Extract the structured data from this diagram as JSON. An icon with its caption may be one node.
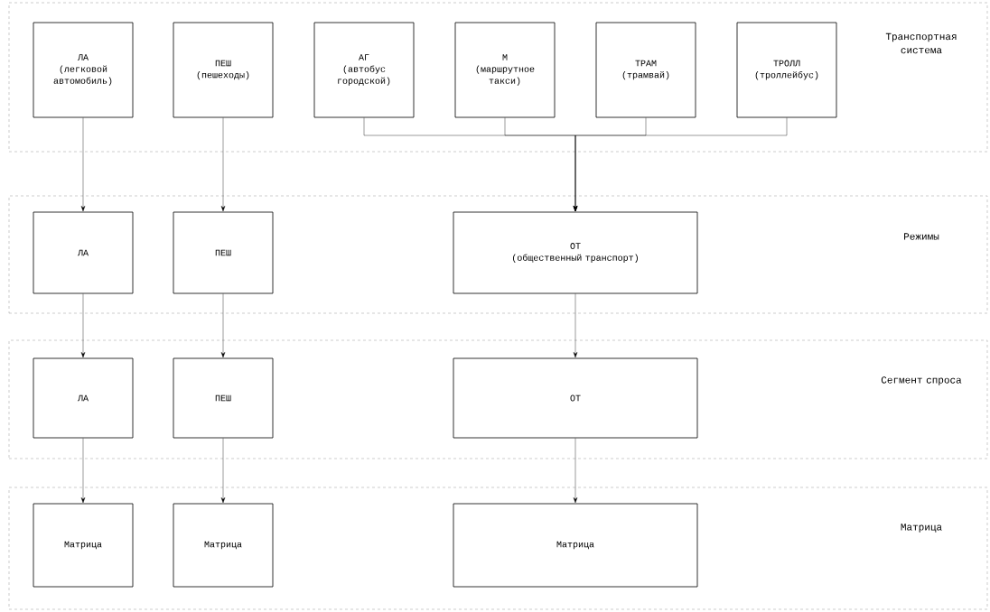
{
  "diagram": {
    "nodes": [
      {
        "text": [
          "Транспортная система"
        ]
      },
      {
        "text": [
          "ЛА",
          "(легковой автомобиль)"
        ],
        "in": 0
      },
      {
        "text": [
          "ПЕШ",
          "(пешеходы)"
        ],
        "in": 0
      },
      {
        "text": [
          "АГ",
          "(автобус городской)"
        ],
        "in": 0
      },
      {
        "text": [
          "М",
          "(маршрутное такси)"
        ],
        "in": 0
      },
      {
        "text": [
          "ТРАМ",
          "(трамвай)"
        ],
        "in": 0
      },
      {
        "text": [
          "ТРОЛЛ",
          "(троллейбус)"
        ],
        "in": 0
      },
      {
        "text": [
          "Режимы"
        ]
      },
      {
        "text": [
          "ЛА"
        ],
        "in": 7
      },
      {
        "text": [
          "ПЕШ"
        ],
        "in": 7
      },
      {
        "text": [
          "ОТ",
          "(общественный транспорт)"
        ],
        "in": 7
      },
      {
        "text": [
          "Сегмент спроса"
        ]
      },
      {
        "text": [
          "ЛА"
        ],
        "in": 11
      },
      {
        "text": [
          "ПЕШ"
        ],
        "in": 11
      },
      {
        "text": [
          "ОТ"
        ],
        "in": 11
      },
      {
        "text": [
          "Матрица"
        ]
      },
      {
        "text": [
          "Матрица"
        ],
        "in": 15
      },
      {
        "text": [
          "Матрица"
        ],
        "in": 15
      },
      {
        "text": [
          "Матрица"
        ],
        "in": 15
      }
    ],
    "edges": [
      {
        "from": 1,
        "to": 8,
        "arrow": "to"
      },
      {
        "from": 2,
        "to": 9,
        "arrow": "to"
      },
      {
        "from": 3,
        "to": 10,
        "arrow": "to"
      },
      {
        "from": 4,
        "to": 10,
        "arrow": "to"
      },
      {
        "from": 5,
        "to": 10,
        "arrow": "to"
      },
      {
        "from": 6,
        "to": 10,
        "arrow": "to"
      },
      {
        "from": 8,
        "to": 12,
        "arrow": "to"
      },
      {
        "from": 9,
        "to": 13,
        "arrow": "to"
      },
      {
        "from": 10,
        "to": 14,
        "arrow": "to"
      },
      {
        "from": 12,
        "to": 16,
        "arrow": "to"
      },
      {
        "from": 13,
        "to": 17,
        "arrow": "to"
      },
      {
        "from": 14,
        "to": 18,
        "arrow": "to"
      }
    ]
  }
}
